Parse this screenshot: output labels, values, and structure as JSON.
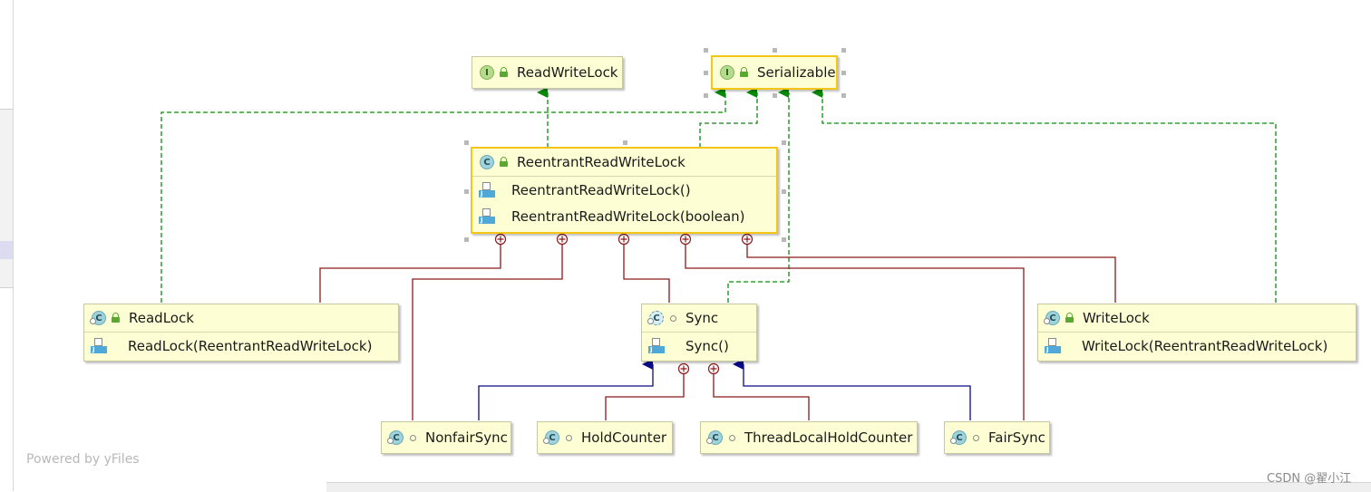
{
  "diagram": {
    "nodes": [
      {
        "key": "readwritelock",
        "kind": "interface",
        "title": "ReadWriteLock",
        "members": []
      },
      {
        "key": "serializable",
        "kind": "interface",
        "title": "Serializable",
        "members": []
      },
      {
        "key": "reentrant",
        "kind": "class",
        "title": "ReentrantReadWriteLock",
        "members": [
          "ReentrantReadWriteLock()",
          "ReentrantReadWriteLock(boolean)"
        ]
      },
      {
        "key": "readlock",
        "kind": "class",
        "title": "ReadLock",
        "members": [
          "ReadLock(ReentrantReadWriteLock)"
        ]
      },
      {
        "key": "sync",
        "kind": "abstract-class",
        "title": "Sync",
        "members": [
          "Sync()"
        ]
      },
      {
        "key": "writelock",
        "kind": "class",
        "title": "WriteLock",
        "members": [
          "WriteLock(ReentrantReadWriteLock)"
        ]
      },
      {
        "key": "nonfairsync",
        "kind": "class",
        "title": "NonfairSync",
        "members": []
      },
      {
        "key": "holdcounter",
        "kind": "class",
        "title": "HoldCounter",
        "members": []
      },
      {
        "key": "threadlocalholdcounter",
        "kind": "class",
        "title": "ThreadLocalHoldCounter",
        "members": []
      },
      {
        "key": "fairsync",
        "kind": "class",
        "title": "FairSync",
        "members": []
      }
    ],
    "edges": [
      {
        "from": "reentrant",
        "to": "readwritelock",
        "type": "implements"
      },
      {
        "from": "reentrant",
        "to": "serializable",
        "type": "implements"
      },
      {
        "from": "readlock",
        "to": "serializable",
        "type": "implements"
      },
      {
        "from": "writelock",
        "to": "serializable",
        "type": "implements"
      },
      {
        "from": "sync",
        "to": "serializable",
        "type": "implements"
      },
      {
        "from": "reentrant",
        "to": "readlock",
        "type": "inner-class"
      },
      {
        "from": "reentrant",
        "to": "nonfairsync",
        "type": "inner-class"
      },
      {
        "from": "reentrant",
        "to": "sync",
        "type": "inner-class"
      },
      {
        "from": "reentrant",
        "to": "fairsync",
        "type": "inner-class"
      },
      {
        "from": "reentrant",
        "to": "writelock",
        "type": "inner-class"
      },
      {
        "from": "sync",
        "to": "holdcounter",
        "type": "inner-class"
      },
      {
        "from": "sync",
        "to": "threadlocalholdcounter",
        "type": "inner-class"
      },
      {
        "from": "nonfairsync",
        "to": "sync",
        "type": "extends"
      },
      {
        "from": "fairsync",
        "to": "sync",
        "type": "extends"
      }
    ],
    "colors": {
      "implements": "#0a8a0a",
      "extends": "#0a0a8a",
      "inner-class": "#8b1a1a",
      "node_fill": "#fefed4",
      "selection": "#f5c518"
    }
  },
  "footer": {
    "credit": "Powered by yFiles"
  },
  "watermark": "CSDN @翟小江"
}
